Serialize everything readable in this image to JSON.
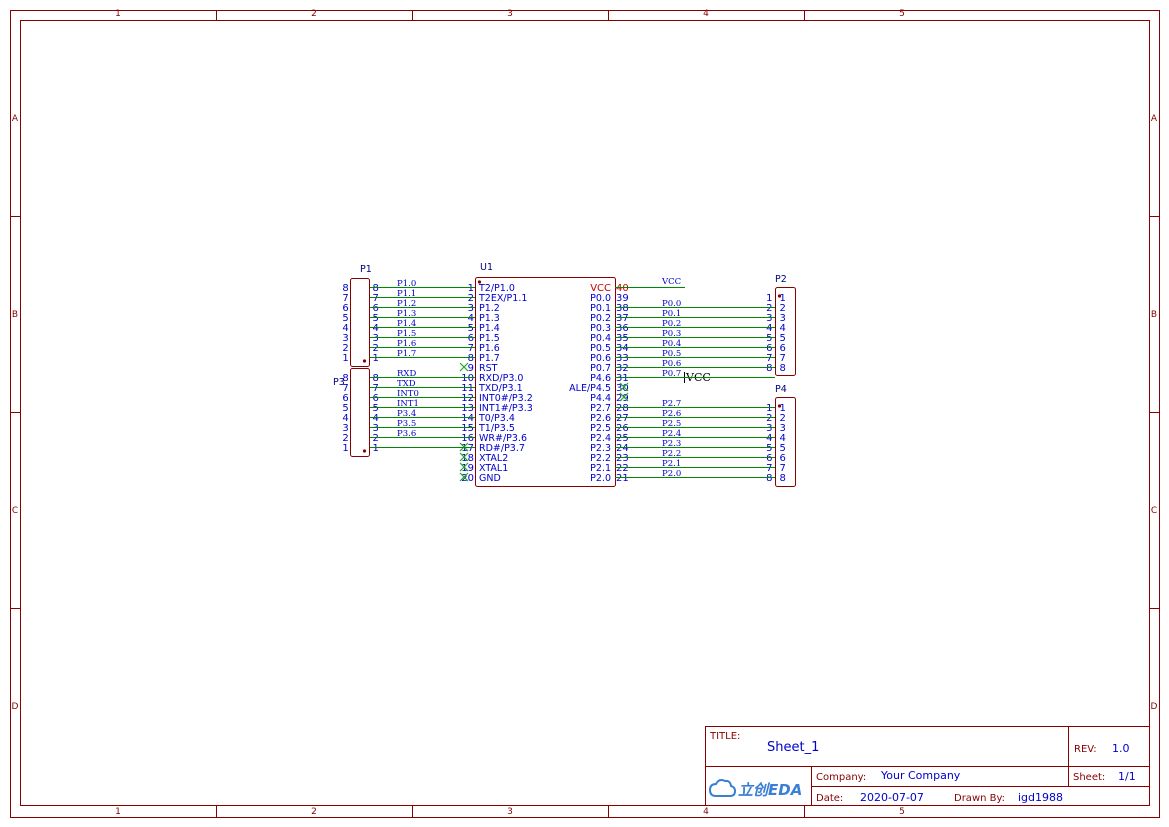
{
  "frame": {
    "columns": [
      "1",
      "2",
      "3",
      "4",
      "5"
    ],
    "rows": [
      "A",
      "B",
      "C",
      "D"
    ]
  },
  "colors": {
    "frame": "#880000",
    "wire": "#008800",
    "pin_text": "#0000cc",
    "power_pin": "#cc0000",
    "noconnect": "#22aa22"
  },
  "u1": {
    "designator": "U1",
    "left_pins": [
      {
        "num": "1",
        "name": "T2/P1.0",
        "net": "P1.0"
      },
      {
        "num": "2",
        "name": "T2EX/P1.1",
        "net": "P1.1"
      },
      {
        "num": "3",
        "name": "P1.2",
        "net": "P1.2"
      },
      {
        "num": "4",
        "name": "P1.3",
        "net": "P1.3"
      },
      {
        "num": "5",
        "name": "P1.4",
        "net": "P1.4"
      },
      {
        "num": "6",
        "name": "P1.5",
        "net": "P1.5"
      },
      {
        "num": "7",
        "name": "P1.6",
        "net": "P1.6"
      },
      {
        "num": "8",
        "name": "P1.7",
        "net": "P1.7"
      },
      {
        "num": "9",
        "name": "RST",
        "net": ""
      },
      {
        "num": "10",
        "name": "RXD/P3.0",
        "net": "RXD"
      },
      {
        "num": "11",
        "name": "TXD/P3.1",
        "net": "TXD"
      },
      {
        "num": "12",
        "name": "INT0#/P3.2",
        "net": "INT0"
      },
      {
        "num": "13",
        "name": "INT1#/P3.3",
        "net": "INT1"
      },
      {
        "num": "14",
        "name": "T0/P3.4",
        "net": "P3.4"
      },
      {
        "num": "15",
        "name": "T1/P3.5",
        "net": "P3.5"
      },
      {
        "num": "16",
        "name": "WR#/P3.6",
        "net": "P3.6"
      },
      {
        "num": "17",
        "name": "RD#/P3.7",
        "net": ""
      },
      {
        "num": "18",
        "name": "XTAL2",
        "net": ""
      },
      {
        "num": "19",
        "name": "XTAL1",
        "net": ""
      },
      {
        "num": "20",
        "name": "GND",
        "net": ""
      }
    ],
    "right_pins": [
      {
        "num": "40",
        "name": "VCC",
        "net": "VCC"
      },
      {
        "num": "39",
        "name": "P0.0",
        "net": "P0.0"
      },
      {
        "num": "38",
        "name": "P0.1",
        "net": "P0.1"
      },
      {
        "num": "37",
        "name": "P0.2",
        "net": "P0.2"
      },
      {
        "num": "36",
        "name": "P0.3",
        "net": "P0.3"
      },
      {
        "num": "35",
        "name": "P0.4",
        "net": "P0.4"
      },
      {
        "num": "34",
        "name": "P0.5",
        "net": "P0.5"
      },
      {
        "num": "33",
        "name": "P0.6",
        "net": "P0.6"
      },
      {
        "num": "32",
        "name": "P0.7",
        "net": "P0.7"
      },
      {
        "num": "31",
        "name": "P4.6",
        "net": ""
      },
      {
        "num": "30",
        "name": "ALE/P4.5",
        "net": ""
      },
      {
        "num": "29",
        "name": "P4.4",
        "net": ""
      },
      {
        "num": "28",
        "name": "P2.7",
        "net": "P2.7"
      },
      {
        "num": "27",
        "name": "P2.6",
        "net": "P2.6"
      },
      {
        "num": "26",
        "name": "P2.5",
        "net": "P2.5"
      },
      {
        "num": "25",
        "name": "P2.4",
        "net": "P2.4"
      },
      {
        "num": "24",
        "name": "P2.3",
        "net": "P2.3"
      },
      {
        "num": "23",
        "name": "P2.2",
        "net": "P2.2"
      },
      {
        "num": "22",
        "name": "P2.1",
        "net": "P2.1"
      },
      {
        "num": "21",
        "name": "P2.0",
        "net": "P2.0"
      }
    ]
  },
  "p1": {
    "designator": "P1",
    "pins": [
      "8",
      "7",
      "6",
      "5",
      "4",
      "3",
      "2",
      "1"
    ]
  },
  "p3": {
    "designator": "P3",
    "pins": [
      "8",
      "7",
      "6",
      "5",
      "4",
      "3",
      "2",
      "1"
    ]
  },
  "p2": {
    "designator": "P2",
    "pins": [
      "1",
      "2",
      "3",
      "4",
      "5",
      "6",
      "7",
      "8"
    ]
  },
  "p4": {
    "designator": "P4",
    "pins": [
      "1",
      "2",
      "3",
      "4",
      "5",
      "6",
      "7",
      "8"
    ]
  },
  "vcc_port": "VCC",
  "title_block": {
    "title_label": "TITLE:",
    "title": "Sheet_1",
    "rev_label": "REV:",
    "rev": "1.0",
    "company_label": "Company:",
    "company": "Your Company",
    "sheet_label": "Sheet:",
    "sheet": "1/1",
    "date_label": "Date:",
    "date": "2020-07-07",
    "drawn_label": "Drawn By:",
    "drawn_by": "igd1988",
    "logo_text": "立创EDA"
  }
}
